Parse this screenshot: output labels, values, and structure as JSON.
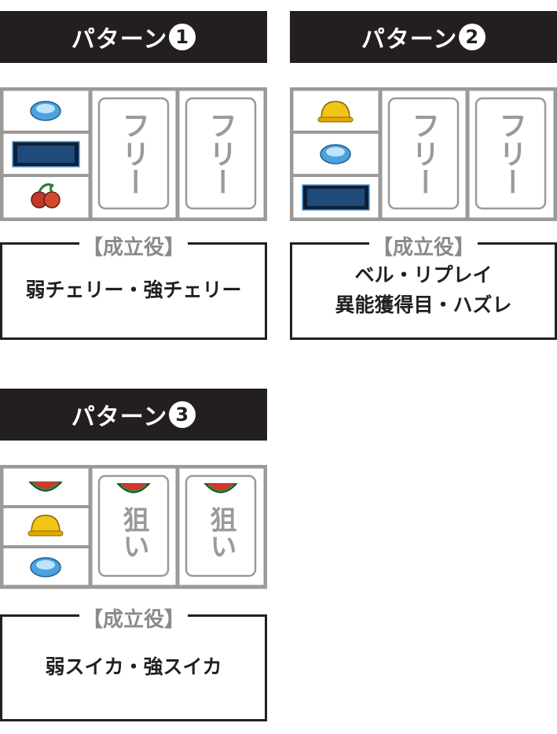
{
  "patterns": [
    {
      "title": "パターン",
      "number": "1",
      "reel_left": [
        "replay-icon",
        "special-panel-icon",
        "cherry-icon"
      ],
      "reel_center": "フリー",
      "reel_right": "フリー",
      "result_title": "【成立役】",
      "result_lines": [
        "弱チェリー・強チェリー"
      ]
    },
    {
      "title": "パターン",
      "number": "2",
      "reel_left": [
        "bell-icon",
        "replay-icon",
        "special-panel-icon"
      ],
      "reel_center": "フリー",
      "reel_right": "フリー",
      "result_title": "【成立役】",
      "result_lines": [
        "ベル・リプレイ",
        "異能獲得目・ハズレ"
      ]
    },
    {
      "title": "パターン",
      "number": "3",
      "reel_left": [
        "watermelon-icon",
        "bell-icon",
        "replay-icon"
      ],
      "reel_center": "狙い",
      "reel_right": "狙い",
      "result_title": "【成立役】",
      "result_lines": [
        "弱スイカ・強スイカ"
      ]
    }
  ],
  "colors": {
    "header_bg": "#231f20",
    "reel_frame": "#9a9a9a",
    "cherry": "#c0392b",
    "bell": "#f2c418",
    "replay": "#4aa3df",
    "watermelon": "#2e8b3a"
  }
}
